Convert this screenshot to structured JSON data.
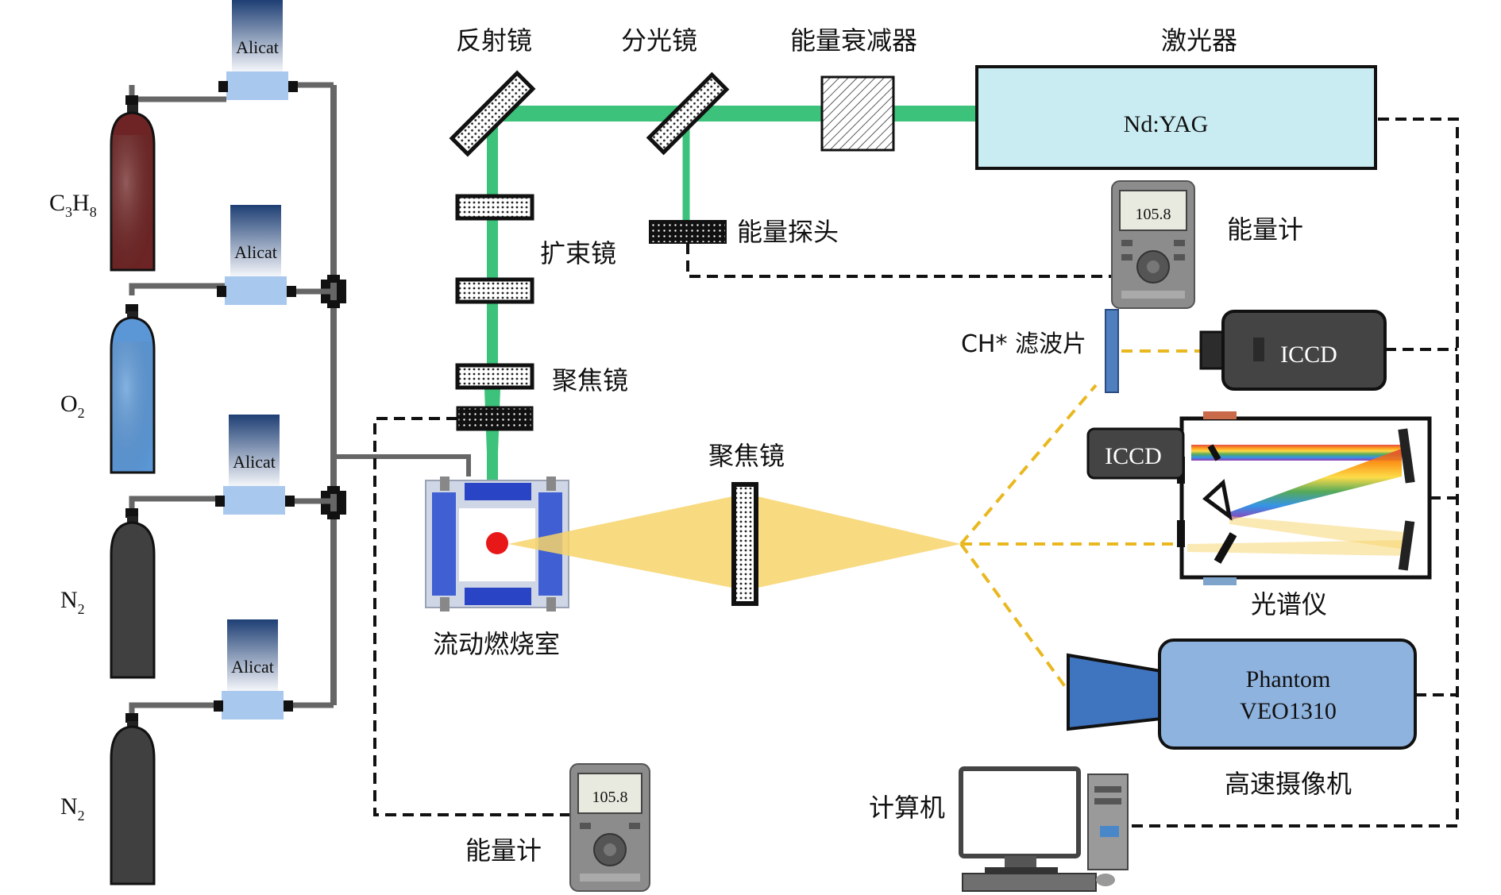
{
  "labels": {
    "mirror": "反射镜",
    "beam_splitter": "分光镜",
    "attenuator": "能量衰减器",
    "laser": "激光器",
    "laser_model": "Nd:YAG",
    "energy_probe": "能量探头",
    "energy_meter_top": "能量计",
    "beam_expander": "扩束镜",
    "focus_lens_top": "聚焦镜",
    "focus_lens_mid": "聚焦镜",
    "ch_filter": "CH* 滤波片",
    "iccd_1": "ICCD",
    "iccd_2": "ICCD",
    "spectrometer": "光谱仪",
    "hs_camera_l1": "Phantom",
    "hs_camera_l2": "VEO1310",
    "hs_camera": "高速摄像机",
    "computer": "计算机",
    "combustor": "流动燃烧室",
    "energy_meter_bottom": "能量计",
    "meter_reading": "105.8"
  },
  "gases": [
    {
      "formula": "C",
      "sub1": "3",
      "mid": "H",
      "sub2": "8",
      "color": "#6e2424"
    },
    {
      "formula": "O",
      "sub1": "2",
      "mid": "",
      "sub2": "",
      "color": "#5b97d6"
    },
    {
      "formula": "N",
      "sub1": "2",
      "mid": "",
      "sub2": "",
      "color": "#404040"
    },
    {
      "formula": "N",
      "sub1": "2",
      "mid": "",
      "sub2": "",
      "color": "#404040"
    }
  ],
  "flow_controller_label": "Alicat",
  "colors": {
    "laser_beam": "#3cc27a",
    "signal_light": "#f7d46a",
    "laser_box": "#c9ecf2",
    "camera_box": "#8fb3df",
    "iccd_box": "#444444",
    "filter": "#4f7fbf",
    "ignition_point": "#e81818"
  }
}
